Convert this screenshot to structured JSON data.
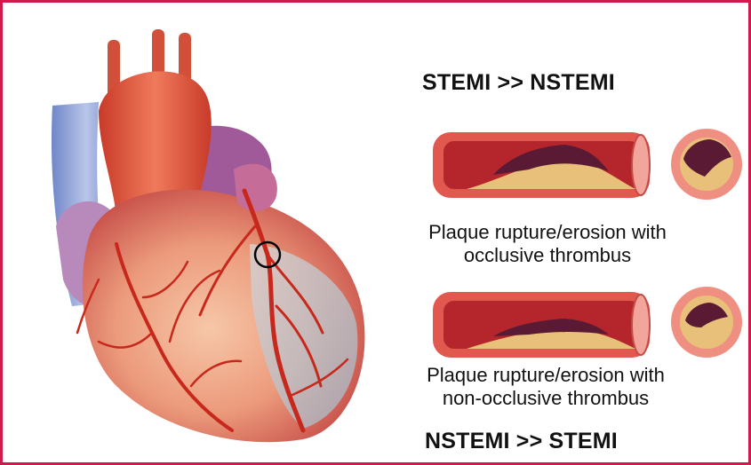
{
  "headings": {
    "top": "STEMI >> NSTEMI",
    "bottom": "NSTEMI >> STEMI"
  },
  "captions": {
    "occlusive": [
      "Plaque rupture/erosion with",
      "occlusive thrombus"
    ],
    "non_occlusive": [
      "Plaque rupture/erosion with",
      "non-occlusive thrombus"
    ]
  },
  "colors": {
    "frame_border": "#d11a4c",
    "vessel_wall": "#e0584e",
    "vessel_lumen": "#b4262c",
    "plaque": "#e9c07a",
    "thrombus": "#5a1a34",
    "vein": "#8fa6d8",
    "heart_muscle": "#e98a6c",
    "artery": "#c8281c"
  }
}
